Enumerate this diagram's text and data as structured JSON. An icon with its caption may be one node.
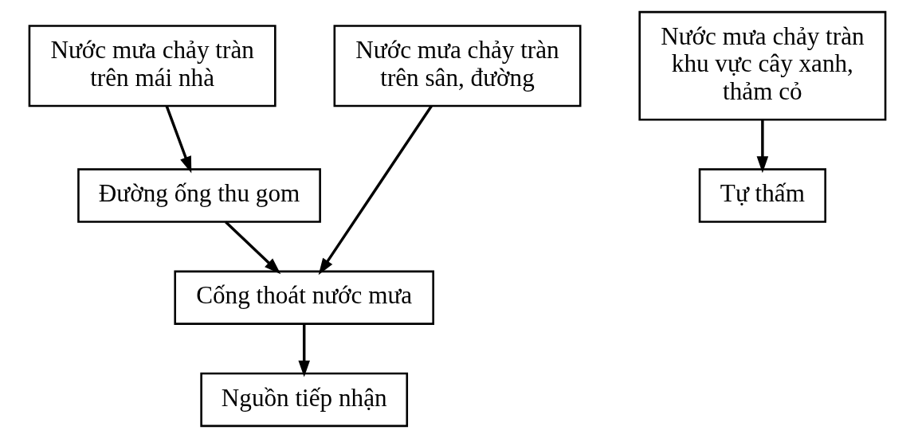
{
  "diagram": {
    "nodes": [
      {
        "text": [
          "Nước mưa chảy tràn trên mái nhà"
        ]
      },
      {
        "text": [
          "Nước mưa chảy tràn trên sân, đường"
        ]
      },
      {
        "text": [
          "Nước mưa chảy tràn khu vực cây xanh, thảm cỏ"
        ]
      },
      {
        "text": [
          "Đường ống thu gom"
        ]
      },
      {
        "text": [
          "Tự thấm"
        ]
      },
      {
        "text": [
          "Cống thoát nước mưa"
        ]
      },
      {
        "text": [
          "Nguồn tiếp nhận"
        ]
      }
    ],
    "edges": [
      {
        "from": 0,
        "to": 3,
        "arrow": "to"
      },
      {
        "from": 3,
        "to": 5,
        "arrow": "to"
      },
      {
        "from": 1,
        "to": 5,
        "arrow": "to"
      },
      {
        "from": 2,
        "to": 4,
        "arrow": "to"
      },
      {
        "from": 5,
        "to": 6,
        "arrow": "to"
      }
    ]
  }
}
